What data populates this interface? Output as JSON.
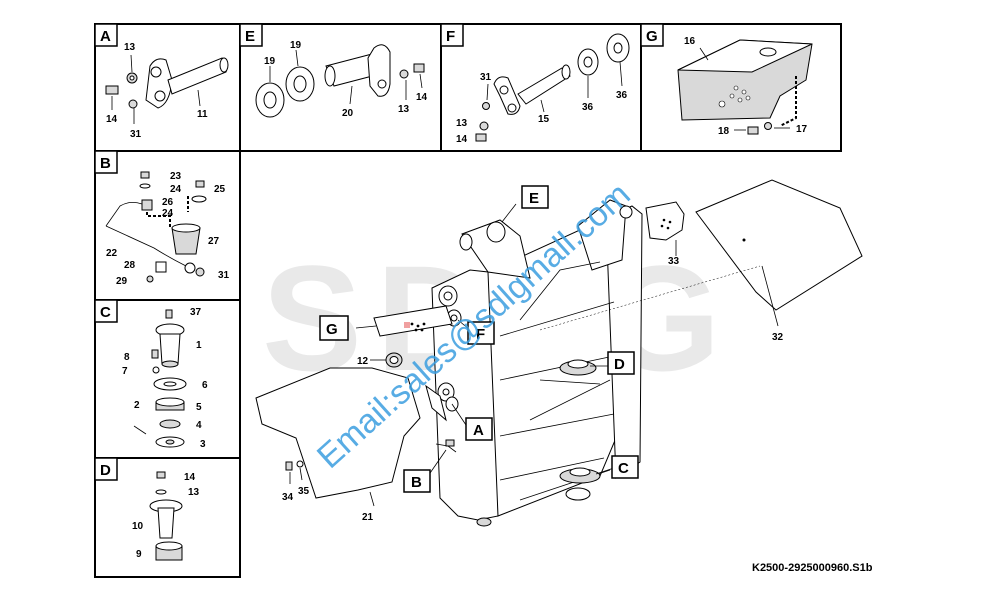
{
  "watermark_brand": "SDLG",
  "watermark_email": "Email:sales@sdlgmall.com",
  "reference_code": "K2500-2925000960.S1b",
  "panels": {
    "A": {
      "letter": "A",
      "labels": [
        "13",
        "14",
        "31",
        "11"
      ]
    },
    "E": {
      "letter": "E",
      "labels": [
        "19",
        "19",
        "20",
        "13",
        "14"
      ]
    },
    "F": {
      "letter": "F",
      "labels": [
        "31",
        "13",
        "14",
        "15",
        "36",
        "36"
      ]
    },
    "G": {
      "letter": "G",
      "labels": [
        "16",
        "18",
        "17"
      ]
    },
    "B": {
      "letter": "B",
      "labels": [
        "23",
        "24",
        "25",
        "26",
        "24",
        "22",
        "27",
        "28",
        "29",
        "31"
      ]
    },
    "C": {
      "letter": "C",
      "labels": [
        "37",
        "1",
        "8",
        "7",
        "6",
        "2",
        "5",
        "4",
        "3"
      ]
    },
    "D": {
      "letter": "D",
      "labels": [
        "14",
        "13",
        "10",
        "9"
      ]
    }
  },
  "main": {
    "callouts": [
      "E",
      "G",
      "F",
      "D",
      "A",
      "B",
      "C"
    ],
    "labels": [
      "33",
      "32",
      "12",
      "34",
      "35",
      "21"
    ]
  }
}
